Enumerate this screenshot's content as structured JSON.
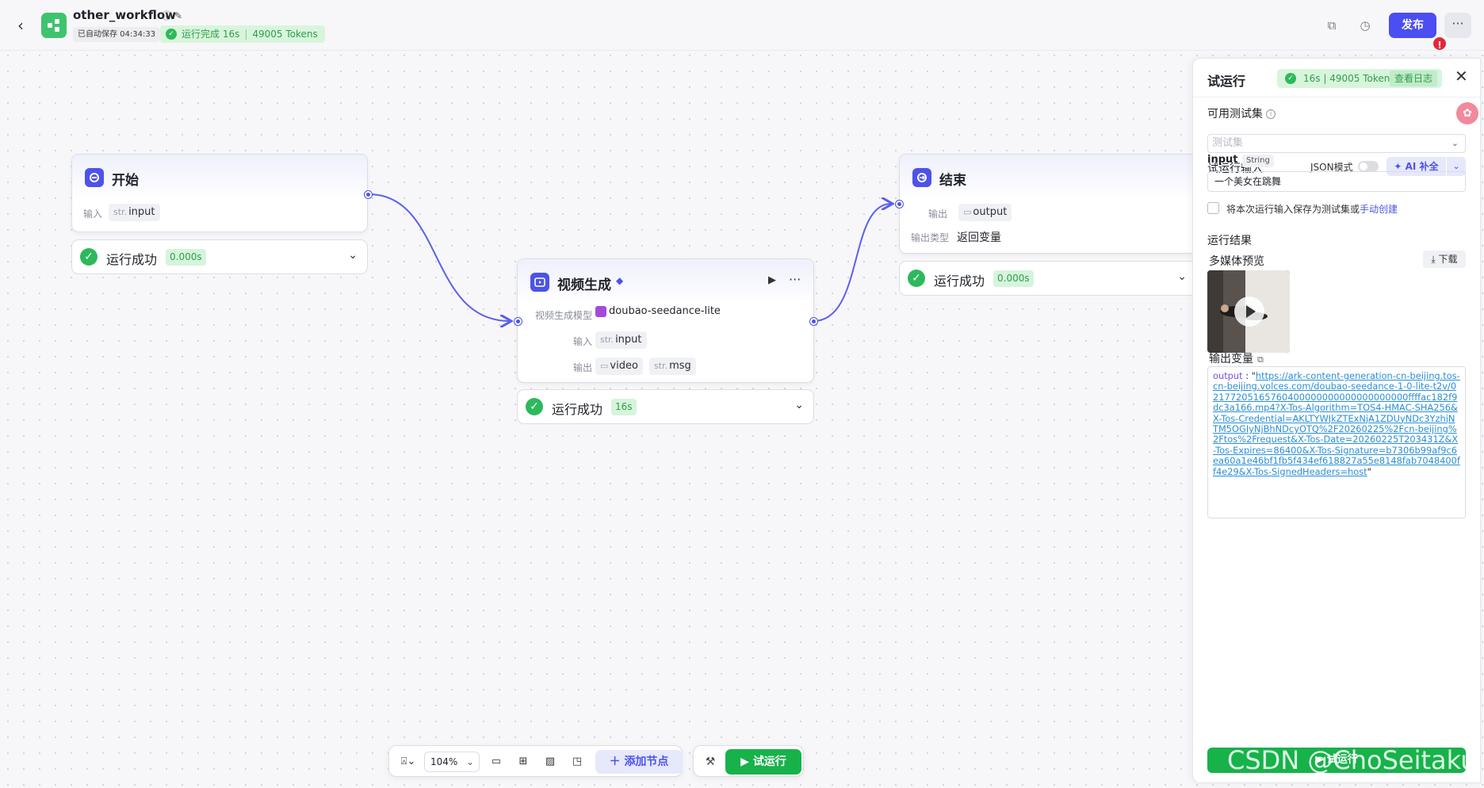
{
  "header": {
    "title": "other_workflow",
    "autosave": "已自动保存 04:34:33",
    "run_status": "运行完成 16s",
    "run_tokens": "49005 Tokens",
    "publish_label": "发布",
    "alert_count": "!",
    "more_label": "···"
  },
  "nodes": {
    "start": {
      "title": "开始",
      "input_label": "输入",
      "input_type": "str.",
      "input_name": "input",
      "status": "运行成功",
      "time": "0.000s"
    },
    "video": {
      "title": "视频生成",
      "model_label": "视频生成模型",
      "model_name": "doubao-seedance-lite",
      "input_label": "输入",
      "input_type": "str.",
      "input_name": "input",
      "output_label": "输出",
      "output_video": "video",
      "output_msg_type": "str.",
      "output_msg": "msg",
      "status": "运行成功",
      "time": "16s"
    },
    "end": {
      "title": "结束",
      "output_label": "输出",
      "output_name": "output",
      "output_type_label": "输出类型",
      "output_type_value": "返回变量",
      "status": "运行成功",
      "time": "0.000s"
    }
  },
  "toolbar": {
    "zoom": "104%",
    "add_node": "添加节点",
    "test_run": "试运行"
  },
  "panel": {
    "title": "试运行",
    "badge_text": "16s | 49005 Tokens",
    "view_log": "查看日志",
    "testset_label": "可用测试集",
    "testset_placeholder": "测试集",
    "input_section": "试运行输入",
    "json_mode": "JSON模式",
    "ai_fill": "AI 补全",
    "input_name": "input",
    "input_type": "String",
    "input_value": "一个美女在跳舞",
    "save_text": "将本次运行输入保存为测试集或",
    "manual_create": "手动创建",
    "result_label": "运行结果",
    "media_preview": "多媒体预览",
    "download": "下载",
    "output_var_label": "输出变量",
    "output_key": "output",
    "output_url": "https://ark-content-generation-cn-beijing.tos-cn-beijing.volces.com/doubao-seedance-1-0-lite-t2v/02177205165760400000000000000000000ffffac182f9dc3a166.mp4?X-Tos-Algorithm=TOS4-HMAC-SHA256&X-Tos-Credential=AKLTYWJkZTExNjA1ZDUyNDc3YzhjNTM5OGIyNjBhNDcyOTQ%2F20260225%2Fcn-beijing%2Ftos%2Frequest&X-Tos-Date=20260225T203431Z&X-Tos-Expires=86400&X-Tos-Signature=b7306b99af9c6ea60a1e46bf1fb5f434ef618827a55e8148fab7048400ff4e29&X-Tos-SignedHeaders=host",
    "bottom_button": "试运行"
  },
  "watermark": "CSDN @ChoSeitaku",
  "colors": {
    "accent": "#4d53e8",
    "success": "#2eb85c",
    "publish": "#4b4ef0",
    "alert": "#e5263a"
  }
}
